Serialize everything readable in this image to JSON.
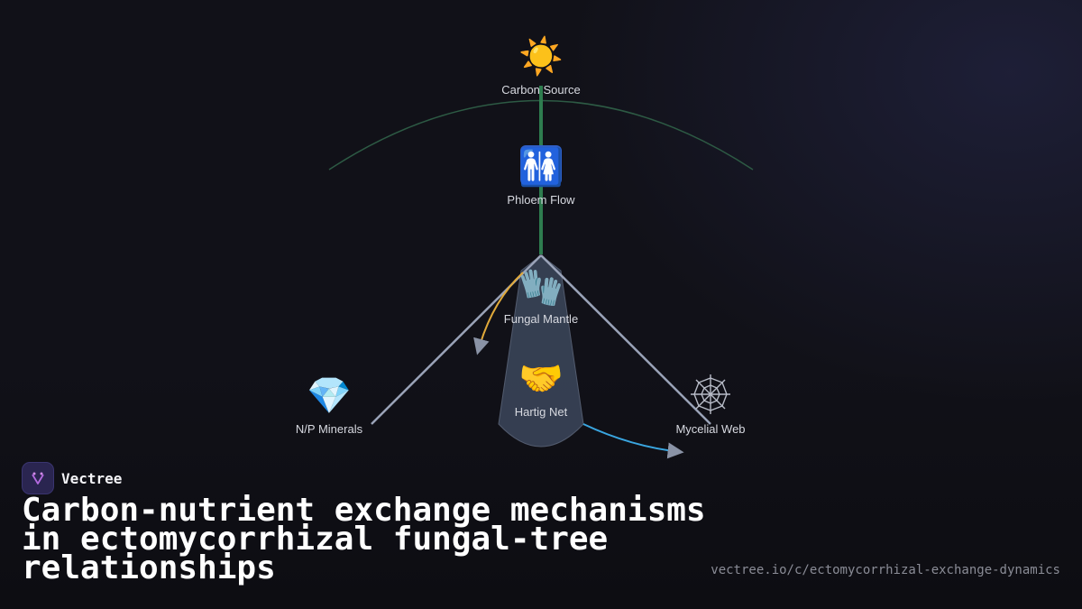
{
  "diagram": {
    "nodes": {
      "carbon_source": {
        "label": "Carbon Source",
        "icon": "☀️"
      },
      "phloem_flow": {
        "label": "Phloem Flow",
        "icon": "🚻"
      },
      "fungal_mantle": {
        "label": "Fungal Mantle",
        "icon": "🧤"
      },
      "hartig_net": {
        "label": "Hartig Net",
        "icon": "🤝"
      },
      "np_minerals": {
        "label": "N/P Minerals",
        "icon": "💎"
      },
      "mycelial_web": {
        "label": "Mycelial Web",
        "icon": "🕸️"
      }
    },
    "colors": {
      "phloem_line": "#2e7d4f",
      "arc": "#2d5a44",
      "cone_stroke": "#9aa3b8",
      "cone_fill": "#3a4458",
      "arrow_orange": "#e0a93a",
      "arrow_blue": "#3aa6e0"
    }
  },
  "brand": {
    "name": "Vectree",
    "logo_icon": "vectree-logo-icon"
  },
  "title": "Carbon-nutrient exchange mechanisms in ectomycorrhizal fungal-tree relationships",
  "url": "vectree.io/c/ectomycorrhizal-exchange-dynamics"
}
